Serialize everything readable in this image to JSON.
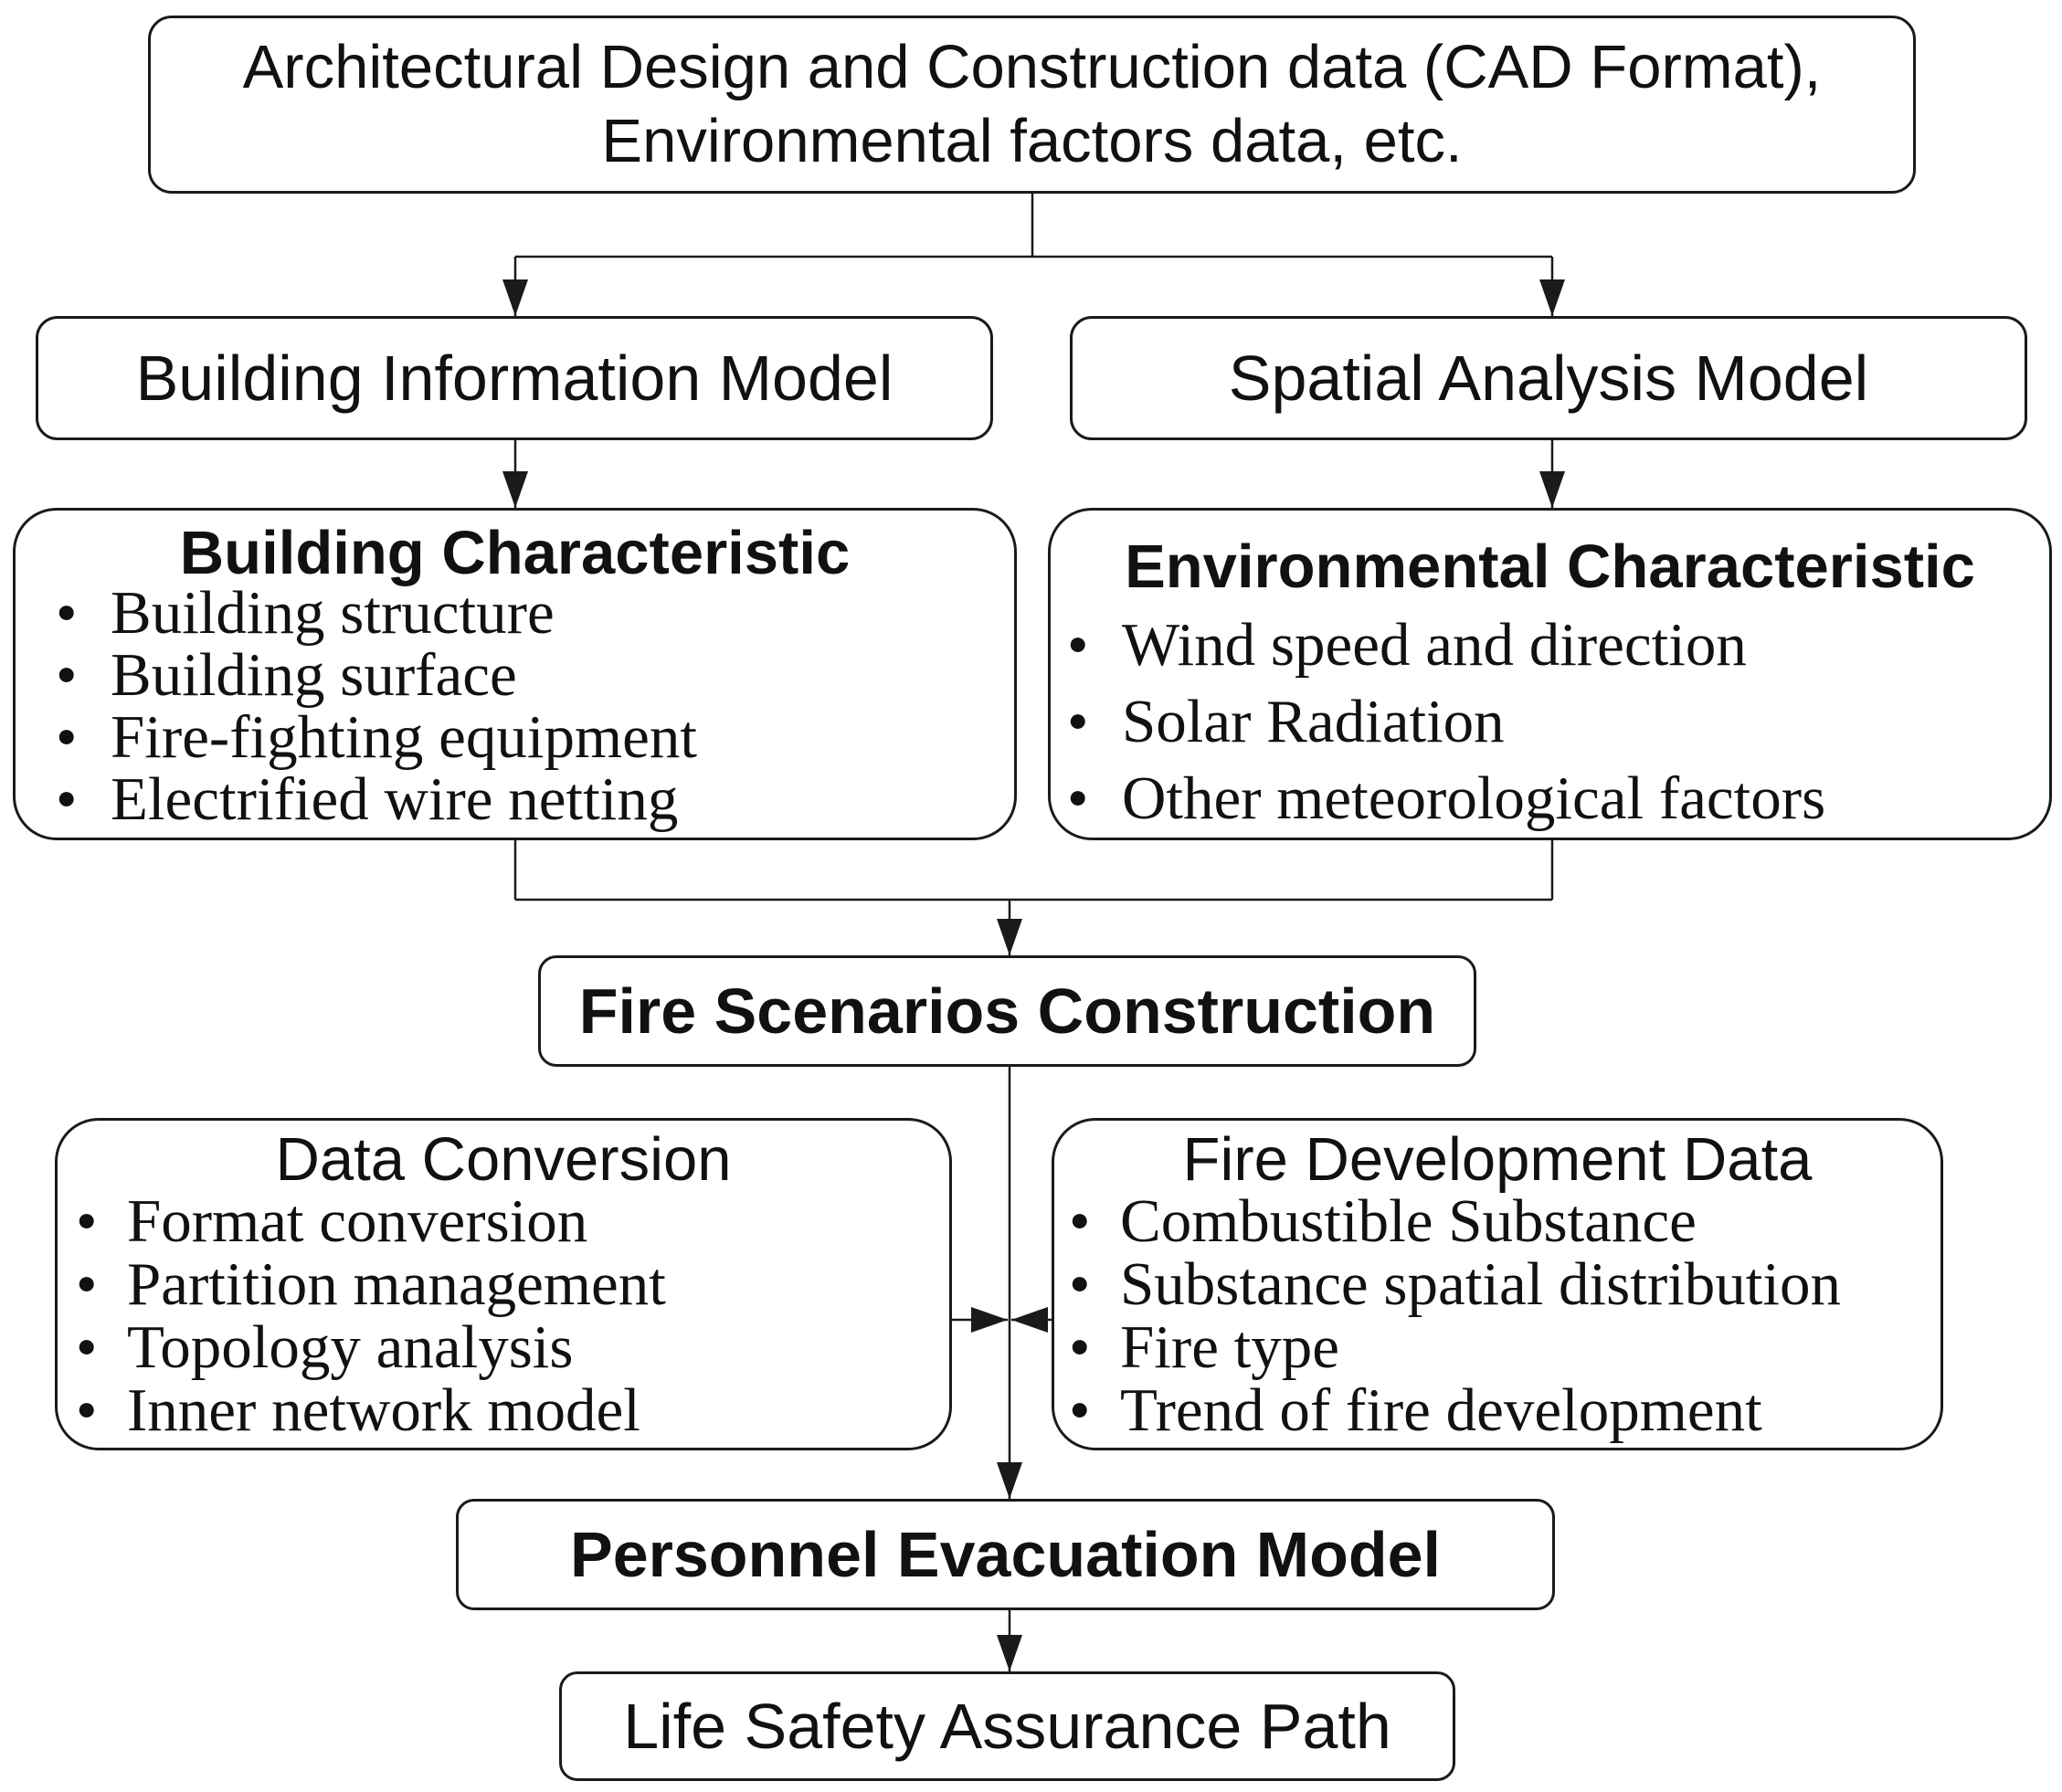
{
  "source": {
    "line1": "Architectural Design and Construction data (CAD Format),",
    "line2": "Environmental factors data, etc."
  },
  "bim": {
    "label": "Building Information Model"
  },
  "sam": {
    "label": "Spatial Analysis Model"
  },
  "building": {
    "title": "Building Characteristic",
    "items": [
      "Building structure",
      "Building surface",
      "Fire-fighting equipment",
      "Electrified wire netting"
    ]
  },
  "environment": {
    "title": "Environmental Characteristic",
    "items": [
      "Wind speed and direction",
      "Solar Radiation",
      "Other meteorological factors"
    ]
  },
  "fire_scenarios": {
    "label": "Fire Scenarios Construction"
  },
  "data_conversion": {
    "title": "Data Conversion",
    "items": [
      "Format conversion",
      "Partition management",
      "Topology analysis",
      "Inner network model"
    ]
  },
  "fire_development": {
    "title": "Fire Development Data",
    "items": [
      "Combustible Substance",
      "Substance spatial distribution",
      "Fire type",
      "Trend of fire development"
    ]
  },
  "evacuation": {
    "label": "Personnel Evacuation Model"
  },
  "life_safety": {
    "label": "Life Safety Assurance Path"
  },
  "bullet": "•"
}
